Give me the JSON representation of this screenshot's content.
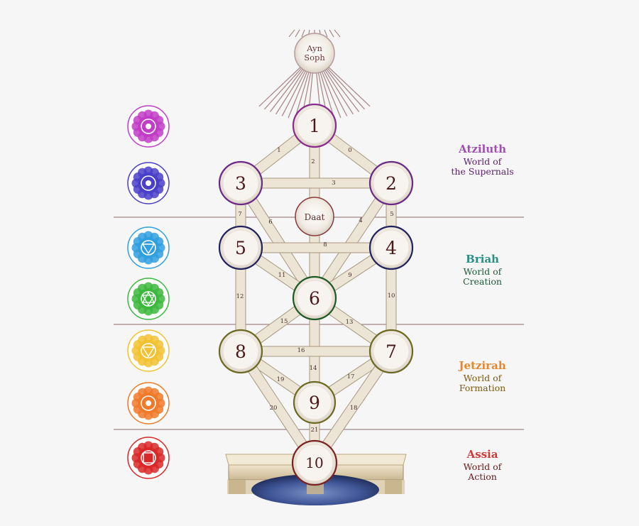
{
  "ayn_soph": {
    "line1": "Ayn",
    "line2": "Soph"
  },
  "daat": "Daat",
  "sephirot": [
    {
      "id": 1,
      "label": "1",
      "color": "#8a2b8f"
    },
    {
      "id": 2,
      "label": "2",
      "color": "#6a2a88"
    },
    {
      "id": 3,
      "label": "3",
      "color": "#6a2a88"
    },
    {
      "id": 4,
      "label": "4",
      "color": "#22235e"
    },
    {
      "id": 5,
      "label": "5",
      "color": "#22235e"
    },
    {
      "id": 6,
      "label": "6",
      "color": "#1f5a25"
    },
    {
      "id": 7,
      "label": "7",
      "color": "#6c6a22"
    },
    {
      "id": 8,
      "label": "8",
      "color": "#6c6a22"
    },
    {
      "id": 9,
      "label": "9",
      "color": "#6c6a22"
    },
    {
      "id": 10,
      "label": "10",
      "color": "#7a2222"
    }
  ],
  "paths": [
    {
      "label": "0"
    },
    {
      "label": "1"
    },
    {
      "label": "2"
    },
    {
      "label": "3"
    },
    {
      "label": "4"
    },
    {
      "label": "5"
    },
    {
      "label": "6"
    },
    {
      "label": "7"
    },
    {
      "label": "8"
    },
    {
      "label": "9"
    },
    {
      "label": "10"
    },
    {
      "label": "11"
    },
    {
      "label": "12"
    },
    {
      "label": "13"
    },
    {
      "label": "14"
    },
    {
      "label": "15"
    },
    {
      "label": "16"
    },
    {
      "label": "17"
    },
    {
      "label": "18"
    },
    {
      "label": "19"
    },
    {
      "label": "20"
    },
    {
      "label": "21"
    }
  ],
  "worlds": [
    {
      "name": "Atziluth",
      "line1": "World of",
      "line2": "the Supernals",
      "name_color": "#a24db3",
      "text_color": "#5a1f6a"
    },
    {
      "name": "Briah",
      "line1": "World of",
      "line2": "Creation",
      "name_color": "#2a8f80",
      "text_color": "#1f5a3a"
    },
    {
      "name": "Jetzirah",
      "line1": "World of",
      "line2": "Formation",
      "name_color": "#e8862a",
      "text_color": "#7a5a10"
    },
    {
      "name": "Assia",
      "line1": "World of",
      "line2": "Action",
      "name_color": "#d23a3a",
      "text_color": "#6a1a1a"
    }
  ],
  "chakras": [
    {
      "name": "crown-chakra-icon",
      "color": "#c23dc7"
    },
    {
      "name": "third-eye-chakra-icon",
      "color": "#4a3fc9"
    },
    {
      "name": "throat-chakra-icon",
      "color": "#2f9fe0"
    },
    {
      "name": "heart-chakra-icon",
      "color": "#3cb83c"
    },
    {
      "name": "solar-plexus-chakra-icon",
      "color": "#f2c233"
    },
    {
      "name": "sacral-chakra-icon",
      "color": "#f07a2a"
    },
    {
      "name": "root-chakra-icon",
      "color": "#d92828"
    }
  ],
  "colors": {
    "path_fill": "#ece4d4",
    "path_stroke": "#a89880",
    "divider": "#8a6a6a",
    "node_fill": "#ede8e0"
  }
}
